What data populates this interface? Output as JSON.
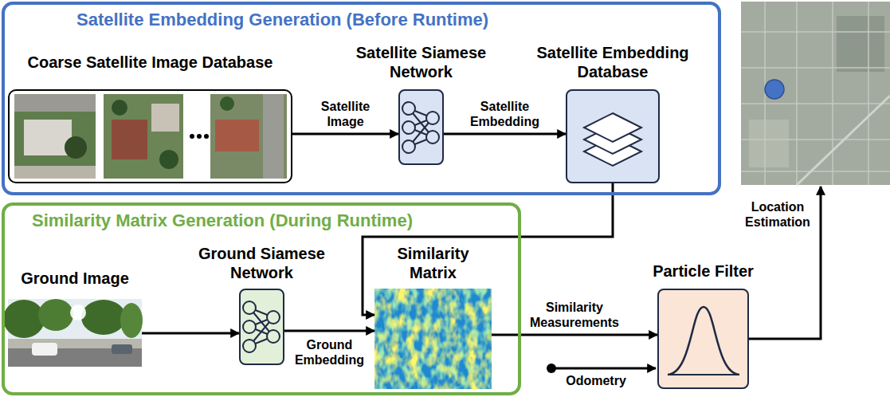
{
  "diagram": {
    "nodes": [
      {
        "text": [
          "Satellite Embedding Generation (Before Runtime)"
        ]
      },
      {
        "text": [
          "Coarse Satellite Image Database"
        ],
        "in": 0
      },
      {
        "text": [
          "Satellite Siamese Network"
        ],
        "in": 0
      },
      {
        "text": [
          "Satellite Embedding Database"
        ],
        "in": 0
      },
      {
        "text": [
          "Similarity Matrix Generation (During Runtime)"
        ]
      },
      {
        "text": [
          "Ground Image"
        ],
        "in": 4
      },
      {
        "text": [
          "Ground Siamese Network"
        ],
        "in": 4
      },
      {
        "text": [
          "Similarity Matrix"
        ],
        "in": 4
      },
      {
        "text": [
          "Particle Filter"
        ]
      }
    ],
    "edges": [
      {
        "from": 1,
        "to": 2,
        "arrow": "to",
        "label": "Satellite Image"
      },
      {
        "from": 2,
        "to": 3,
        "arrow": "to",
        "label": "Satellite Embedding"
      },
      {
        "from": 3,
        "to": 7,
        "arrow": "to"
      },
      {
        "from": 5,
        "to": 6,
        "arrow": "to"
      },
      {
        "from": 6,
        "to": 7,
        "arrow": "to",
        "label": "Ground Embedding"
      },
      {
        "from": 7,
        "to": 8,
        "arrow": "to",
        "label": "Similarity Measurements"
      }
    ],
    "labels": [
      "Odometry",
      "Location Estimation"
    ]
  }
}
